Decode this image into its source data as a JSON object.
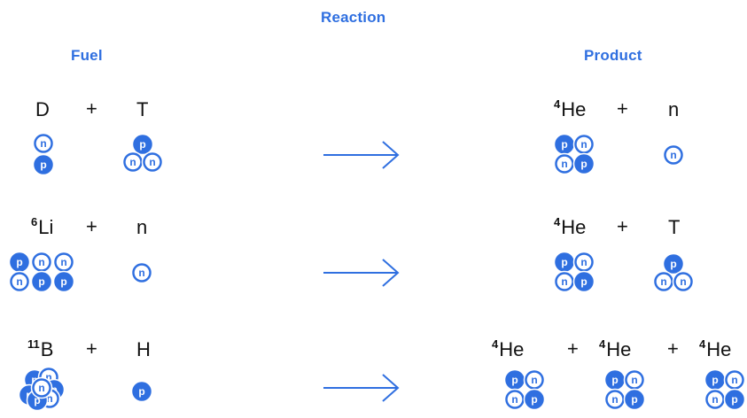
{
  "headers": {
    "reaction": "Reaction",
    "fuel": "Fuel",
    "product": "Product"
  },
  "colors": {
    "accent": "#2f6fe0",
    "proton_fill": "#2f6fe0",
    "neutron_fill": "#ffffff"
  },
  "nucleon_labels": {
    "proton": "p",
    "neutron": "n"
  },
  "operators": {
    "plus": "+"
  },
  "reactions": [
    {
      "fuel": [
        {
          "sup": "",
          "base": "D"
        },
        {
          "sup": "",
          "base": "T"
        }
      ],
      "product": [
        {
          "sup": "4",
          "base": "He"
        },
        {
          "sup": "",
          "base": "n"
        }
      ]
    },
    {
      "fuel": [
        {
          "sup": "6",
          "base": "Li"
        },
        {
          "sup": "",
          "base": "n"
        }
      ],
      "product": [
        {
          "sup": "4",
          "base": "He"
        },
        {
          "sup": "",
          "base": "T"
        }
      ]
    },
    {
      "fuel": [
        {
          "sup": "11",
          "base": "B"
        },
        {
          "sup": "",
          "base": "H"
        }
      ],
      "product": [
        {
          "sup": "4",
          "base": "He"
        },
        {
          "sup": "4",
          "base": "He"
        },
        {
          "sup": "4",
          "base": "He"
        }
      ]
    }
  ]
}
